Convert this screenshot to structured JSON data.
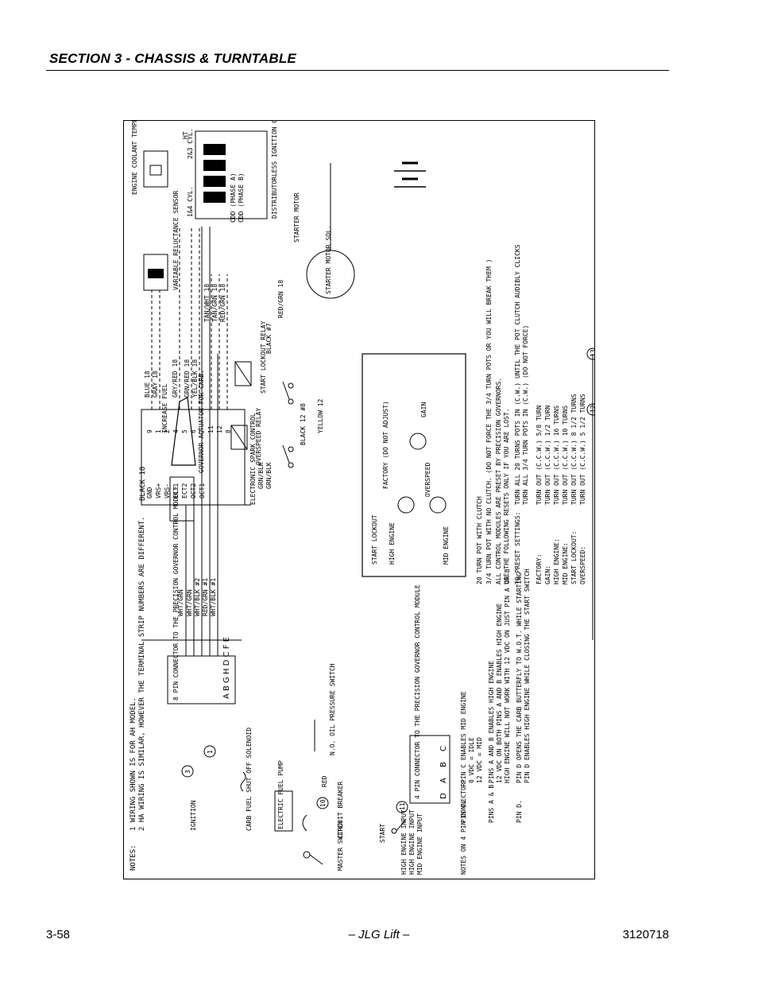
{
  "page": {
    "section_title": "SECTION 3 - CHASSIS & TURNTABLE",
    "page_number": "3-58",
    "footer_center": "– JLG Lift –",
    "doc_number": "3120718"
  },
  "diagram": {
    "notes": {
      "label": "NOTES:",
      "line1": "1 WIRING SHOWN IS FOR AH MODEL.",
      "line2": "2 HA WIRING IS SIMILAR, HOWEVER THE TERMINAL STRIP NUMBERS ARE DIFFERENT."
    },
    "components": {
      "ignition": "IGNITION",
      "carb_fuel_shutoff": "CARB FUEL SHUT OFF SOLENOID",
      "electric_fuel_pump": "ELECTRIC FUEL PUMP",
      "master_switch": "MASTER SWITCH",
      "circuit_breaker": "CIRCUIT BREAKER",
      "oil_pressure_switch": "N.O. OIL PRESSURE SWITCH",
      "start": "START",
      "governor_actuator": "GOVERNOR ACTUATOR FOR CARB.",
      "increase_fuel": "INCREASE FUEL",
      "overspeed_relay": "OVERSPEED RELAY",
      "start_lockout_relay": "START LOCKOUT RELAY",
      "ignition_coil": "DISTRIBUTORLESS IGNITION COIL",
      "starter_motor": "STARTER MOTOR",
      "starter_motor_sol": "STARTER MOTOR SOL.",
      "vr_sensor": "VARIABLE RELUCTANCE SENSOR",
      "coolant_sensor": "ENGINE COOLANT TEMPERATURE SENSOR",
      "espark_control": "ELECTRONIC SPARK CONTROL",
      "cyl14": "1&4 CYL.",
      "cyl23": "2&3 CYL.",
      "cdd_phase_a": "CDD (PHASE A)",
      "cdd_phase_b": "CDD (PHASE B)",
      "ht": "HT"
    },
    "connector8": {
      "title": "8 PIN CONNECTOR TO THE PRECISION GOVERNOR CONTROL MODULE",
      "pins": "A B G H D C F E"
    },
    "connector4": {
      "title": "4 PIN CONNECTOR TO THE PRECISION GOVERNOR CONTROL MODULE",
      "pins": [
        "D",
        "A",
        "B",
        "C"
      ]
    },
    "spark_pins": [
      {
        "name": "GND",
        "num": "9"
      },
      {
        "name": "VRS+",
        "num": "1"
      },
      {
        "name": "VRS-",
        "num": "2"
      },
      {
        "name": "ECT1",
        "num": "4"
      },
      {
        "name": "ECT2",
        "num": "5"
      },
      {
        "name": "OCT2",
        "num": "6"
      },
      {
        "name": "OCT1",
        "num": "7"
      },
      {
        "name": "",
        "num": "11"
      },
      {
        "name": "",
        "num": "12"
      },
      {
        "name": "",
        "num": "8"
      }
    ],
    "wires": {
      "black18": "BLACK 18",
      "blue18": "BLUE 18",
      "gray18": "GRAY 18",
      "gry_red18": "GRY/RED 18",
      "grn_red18": "GRN/RED 18",
      "yel_blk18": "YEL/BLK 18",
      "tan_wht18": "TAN/WHT 18",
      "tan_grn18": "TAN/GRN 18",
      "red_grn18a": "RED/GRN 18",
      "red_grn18b": "RED/GRN 18",
      "grn_blk1": "GRN/BLK",
      "grn_blk2": "GRN/BLK",
      "wht_grn1": "WHT/GRN",
      "wht_grn2": "WHT/GRN",
      "wht_blk2": "WHT/BLK #2",
      "red_grn1": "RED/GRN #1",
      "wht_blk1": "WHT/BLK #1",
      "black7": "BLACK #7",
      "black12": "BLACK 12 #8",
      "yellow12": "YELLOW 12",
      "red": "RED"
    },
    "terminals": [
      "11",
      "12",
      "13",
      "10",
      "3",
      "1"
    ],
    "gov_module": {
      "start_lockout": "START LOCKOUT",
      "high_engine": "HIGH ENGINE",
      "factory": "FACTORY (DO NOT ADJUST)",
      "gain": "GAIN",
      "overspeed": "OVERSPEED",
      "mid_engine": "MID ENGINE"
    },
    "pot_legend": {
      "line1": "20 TURN POT WITH CLUTCH",
      "line2": "3/4 TURN POT WITH NO CLUTCH. (DO NOT FORCE THE 3/4 TURN POTS OR YOU WILL BREAK THEM )",
      "line3": "ALL CONTROL MODULES ARE PRESET BY PRECISION GOVERNORS.",
      "line4": "USE THE FOLLOWING RESETS ONLY IF YOU ARE LOST.",
      "preset_title": "TO PRESET SETTINGS:",
      "preset_a": "TURN ALL 20 TURNS POTS IN (C.W.) UNTIL THE POT CLUTCH AUDIBLY CLICKS",
      "preset_b": "TURN ALL 3/4 TURN POTS IN (C.W.) (DO NOT FORCE)"
    },
    "settings": [
      {
        "name": "FACTORY:",
        "value": "TURN OUT (C.C.W.) 5/8 TURN"
      },
      {
        "name": "GAIN:",
        "value": "TURN OUT (C.C.W.) 1/2 TURN"
      },
      {
        "name": "HIGH ENGINE:",
        "value": "TURN OUT (C.C.W.) 16 TURNS"
      },
      {
        "name": "MID ENGINE:",
        "value": "TURN OUT (C.C.W.) 10 TURNS"
      },
      {
        "name": "START LOCKOUT:",
        "value": "TURN OUT (C.C.W.) 8 1/2 TURNS"
      },
      {
        "name": "OVERSPEED:",
        "value": "TURN OUT (C.C.W.) 5 1/2 TURNS"
      }
    ],
    "conn4_notes": {
      "title": "NOTES ON 4 PIN CONNECTOR:",
      "inputs": [
        "HIGH ENGINE INPUT",
        "HIGH ENGINE INPUT",
        "MID ENGINE INPUT"
      ],
      "pin_c_label": "PIN C.",
      "pin_c1": "PIN C ENABLES MID ENGINE",
      "pin_c2": "0 VDC = IDLE",
      "pin_c3": "12 VDC = MID",
      "pin_ab_label": "PINS A & B.",
      "pin_ab1": "PINS A AND B ENABLES HIGH ENGINE",
      "pin_ab2": "12 VDC ON BOTH PINS A AND B ENABLES HIGH ENGINE",
      "pin_ab3": "HIGH ENGINE WILL NOT WORK WITH 12 VDC ON JUST PIN A OR B",
      "pin_d_label": "PIN D.",
      "pin_d1": "PIN D OPENS THE CARB BUTTERFLY TO W.O.T. WHILE STARTING",
      "pin_d2": "PIN D ENABLES HIGH ENGINE WHILE CLOSING THE START SWITCH"
    }
  }
}
